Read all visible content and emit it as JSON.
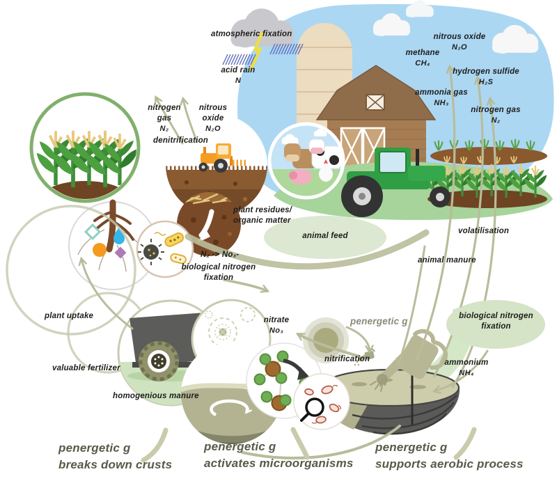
{
  "labels": {
    "atmospheric_fixation": "atmospheric fixation",
    "acid_rain": "acid rain",
    "acid_rain_f": "N",
    "nitrogen_gas_left": "nitrogen gas",
    "nitrogen_gas_left_f": "N₂",
    "nitrous_oxide_left": "nitrous oxide",
    "nitrous_oxide_left_f": "N₂O",
    "denitrification": "denitrification",
    "nitrous_oxide_sky": "nitrous oxide",
    "nitrous_oxide_sky_f": "N₂O",
    "methane": "methane",
    "methane_f": "CH₄",
    "hydrogen_sulfide": "hydrogen sulfide",
    "hydrogen_sulfide_f": "H₂S",
    "ammonia_gas": "ammonia gas",
    "ammonia_gas_f": "NH₃",
    "nitrogen_gas_sky": "nitrogen gas",
    "nitrogen_gas_sky_f": "N₂",
    "plant_residues": "plant residues/",
    "organic_matter": "organic matter",
    "animal_feed": "animal feed",
    "volatilisation": "volatilisation",
    "animal_manure": "animal manure",
    "n2_to_no3": "N₂ -> No₃-",
    "bio_fix_mid_1": "biological nitrogen",
    "bio_fix_mid_2": "fixation",
    "plant_uptake": "plant uptake",
    "valuable_fertilizer": "valuable fertilizer",
    "homogenious_manure": "homogenious manure",
    "nitrate": "nitrate",
    "nitrate_f": "No₃",
    "penergetic_g": "penergetic g",
    "nitrification": "nitrification",
    "bio_fix_right_1": "biological nitrogen",
    "bio_fix_right_2": "fixation",
    "ammonium": "ammonium",
    "ammonium_f": "NH₄"
  },
  "headlines": {
    "crusts": {
      "line1": "penergetic g",
      "line2": "breaks down crusts"
    },
    "micro": {
      "line1": "penergetic g",
      "line2": "activates microorganisms"
    },
    "aerobic": {
      "line1": "penergetic g",
      "line2": "supports aerobic process"
    }
  },
  "colors": {
    "sky": "#abd7f3",
    "hill": "#a6d49b",
    "arrow_olive": "#b9bc9a",
    "soil": "#7a4c26",
    "barn": "#a67d53",
    "tractor_green": "#2f9e45",
    "tractor_orange": "#f59d23",
    "ellipse_green": "#dce8d1",
    "slurry_olive": "#b3b391",
    "tank_gray": "#5a5a58",
    "headline_text": "#565a47",
    "label_text": "#1d1d1b",
    "penergetic_text": "#8a8a78",
    "rain_blue": "#5f6fbc",
    "lightning_yellow": "#f2de3c"
  },
  "icons": [
    "rain-cloud-icon",
    "lightning-icon",
    "cloud-icon",
    "silo-icon",
    "barn-icon",
    "corn-field-icon",
    "corn-row-icon",
    "green-tractor-icon",
    "orange-tractor-icon",
    "livestock-icon",
    "animal-pen-icon",
    "roots-icon",
    "microbes-icon",
    "organic-matter-icon",
    "manure-spreader-icon",
    "microscopic-view-icon",
    "mixing-tank-icon",
    "molecules-icon",
    "magnifier-icon",
    "slurry-pit-icon",
    "watering-can-icon",
    "penergetic-dot-icon",
    "flow-arrow-icon"
  ]
}
